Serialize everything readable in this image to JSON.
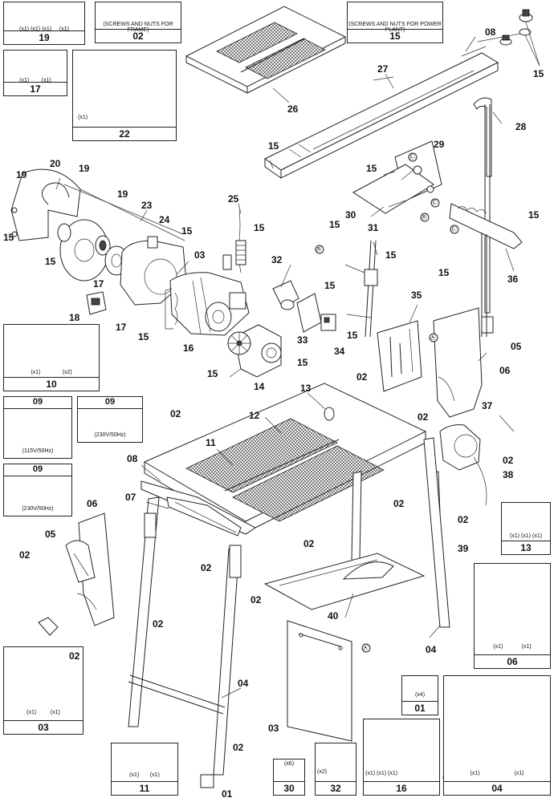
{
  "kits": {
    "k19": {
      "qty": [
        "(x1)",
        "(x1)",
        "(x1)",
        "(x1)"
      ],
      "num": "19"
    },
    "k02": {
      "note": "(SCREWS AND NUTS FOR FRAME)",
      "num": "02"
    },
    "k15": {
      "note": "(SCREWS AND NUTS FOR POWER PLANT)",
      "num": "15"
    },
    "k17": {
      "qty": [
        "(x1)",
        "(x1)"
      ],
      "num": "17"
    },
    "k22": {
      "qty": "(x1)",
      "num": "22"
    },
    "k10": {
      "qty": [
        "(x1)",
        "(x2)"
      ],
      "num": "10"
    },
    "k09a": {
      "num": "09",
      "note": "(115V/50Hz)"
    },
    "k09b": {
      "num": "09",
      "note": "(230V/50Hz)"
    },
    "k09c": {
      "num": "09",
      "note": "(230V/50Hz)"
    },
    "k13": {
      "qty": [
        "(x1)",
        "(x1)",
        "(x1)"
      ],
      "num": "13"
    },
    "k06": {
      "qty": [
        "(x1)",
        "(x1)"
      ],
      "num": "06"
    },
    "k03": {
      "qty": [
        "(x1)",
        "(x1)"
      ],
      "num": "03"
    },
    "k01": {
      "qty": "(x4)",
      "num": "01"
    },
    "k11": {
      "qty": [
        "(x1)",
        "(x1)"
      ],
      "num": "11"
    },
    "k30": {
      "qty": "(x6)",
      "num": "30"
    },
    "k32": {
      "qty": "(x2)",
      "num": "32"
    },
    "k16": {
      "qty": [
        "(x1)",
        "(x1)",
        "(x1)"
      ],
      "num": "16"
    },
    "k04": {
      "qty": [
        "(x1)",
        "(x1)"
      ],
      "num": "04"
    }
  },
  "callouts": {
    "c08top": "08",
    "c27": "27",
    "c26": "26",
    "c15tr": "15",
    "c28": "28",
    "c15a": "15",
    "c29": "29",
    "c15b": "15",
    "c30": "30",
    "c15c": "15",
    "c31": "31",
    "c15d": "15",
    "c15e": "15",
    "c36": "36",
    "c15f": "15",
    "c19a": "19",
    "c20": "20",
    "c19b": "19",
    "c19c": "19",
    "c23": "23",
    "c25": "25",
    "c15g": "15",
    "c24": "24",
    "c15h": "15",
    "c03a": "03",
    "c32": "32",
    "c15i": "15",
    "c15j": "15",
    "c17a": "17",
    "c18": "18",
    "c17b": "17",
    "c15k": "15",
    "c16": "16",
    "c33": "33",
    "c34": "34",
    "c15l": "15",
    "c15m": "15",
    "c15n": "15",
    "c14": "14",
    "c35": "35",
    "c05a": "05",
    "c06a": "06",
    "c02a": "02",
    "c13": "13",
    "c02b": "02",
    "c12": "12",
    "c37": "37",
    "c02c": "02",
    "c11": "11",
    "c38": "38",
    "c02d": "02",
    "c08b": "08",
    "c07": "07",
    "c06b": "06",
    "c05b": "05",
    "c02e": "02",
    "c02f": "02",
    "c39": "39",
    "c02g": "02",
    "c02h": "02",
    "c02i": "02",
    "c02j": "02",
    "c02k": "02",
    "c40": "40",
    "c04a": "04",
    "c04b": "04",
    "c03b": "03",
    "c02l": "02",
    "c01": "01",
    "c02m": "02"
  },
  "markers": {
    "A": "Ⓐ",
    "B": "Ⓑ",
    "C": "Ⓒ"
  }
}
